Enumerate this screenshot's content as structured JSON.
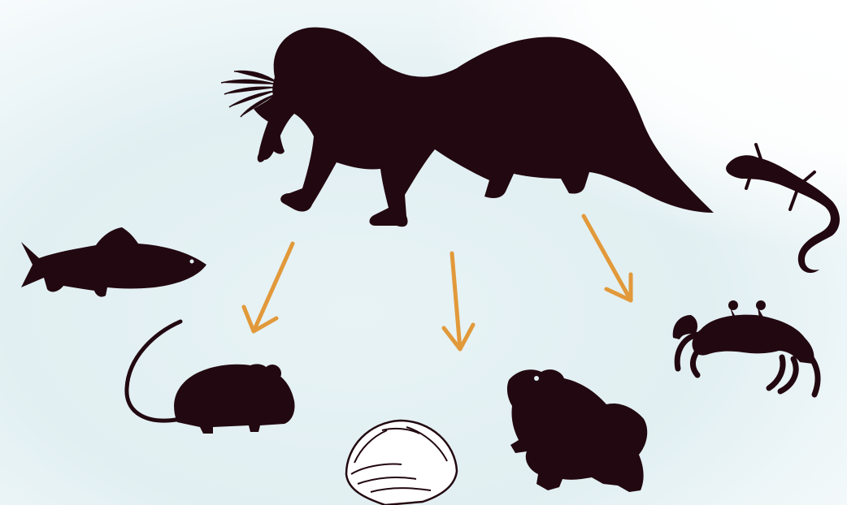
{
  "diagram": {
    "predator": {
      "name": "otter",
      "icon": "otter-silhouette-icon"
    },
    "prey": [
      {
        "name": "fish",
        "icon": "fish-icon"
      },
      {
        "name": "mouse",
        "icon": "mouse-icon"
      },
      {
        "name": "clam",
        "icon": "clam-shell-icon"
      },
      {
        "name": "frog",
        "icon": "frog-icon"
      },
      {
        "name": "crab",
        "icon": "crab-icon"
      },
      {
        "name": "lizard",
        "icon": "lizard-icon"
      }
    ],
    "arrows": [
      {
        "from": "otter",
        "to": "mouse"
      },
      {
        "from": "otter",
        "to": "clam"
      },
      {
        "from": "otter",
        "to": "frog"
      }
    ]
  },
  "colors": {
    "background_top": "#ffffff",
    "background_wash": "#dfeef1",
    "silhouette": "#220810",
    "arrow": "#e2993a",
    "shell_fill": "#ffffff"
  }
}
